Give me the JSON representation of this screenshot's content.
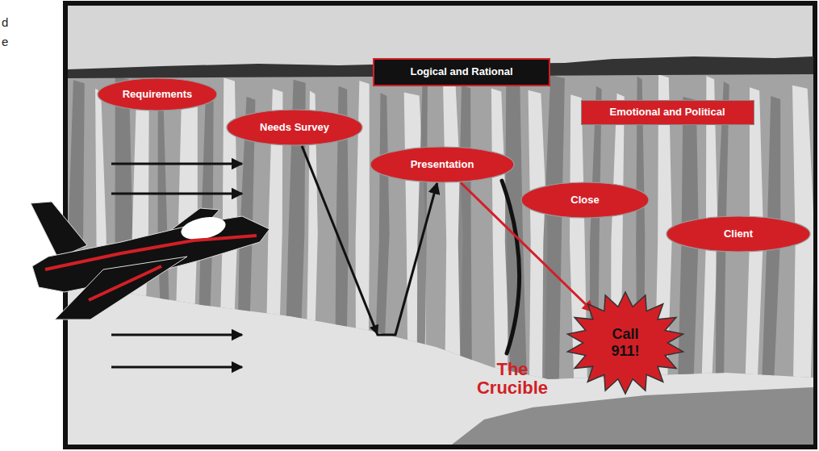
{
  "diagram": {
    "nodes": [
      {
        "text": [
          "Logical and Rational"
        ]
      },
      {
        "text": [
          "Requirements"
        ]
      },
      {
        "text": [
          "Emotional and Political"
        ]
      },
      {
        "text": [
          "Needs Survey"
        ]
      },
      {
        "text": [
          "Presentation"
        ]
      },
      {
        "text": [
          "Close"
        ]
      },
      {
        "text": [
          "Client"
        ]
      },
      {
        "text": [
          "Call 911!"
        ]
      }
    ],
    "edges": [
      {
        "from": 3,
        "to": 4,
        "arrow": "to"
      },
      {
        "from": 4,
        "to": 7,
        "arrow": "to"
      }
    ],
    "labels": [
      "d",
      "e",
      "The Crucible"
    ]
  }
}
